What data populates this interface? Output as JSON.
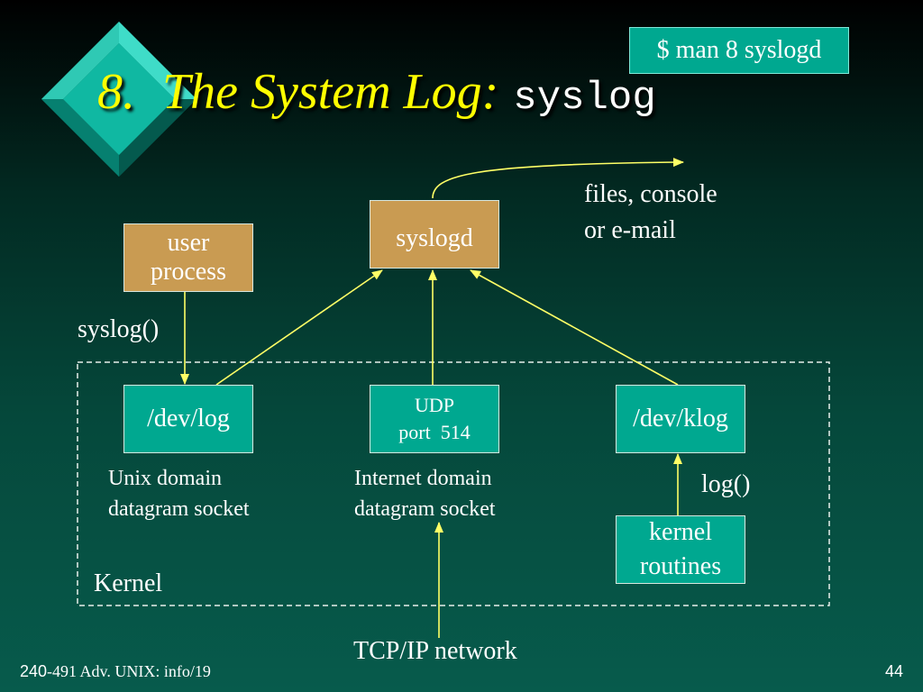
{
  "title": {
    "number": "8.",
    "text": "The System Log:",
    "code": "syslog"
  },
  "man_badge": "$ man 8 syslogd",
  "boxes": {
    "user_process": [
      "user",
      "process"
    ],
    "syslogd": "syslogd",
    "dev_log": "/dev/log",
    "udp_port": [
      "UDP",
      "port  514"
    ],
    "dev_klog": "/dev/klog",
    "kernel_routines": [
      "kernel",
      "routines"
    ]
  },
  "labels": {
    "destinations": [
      "files, console",
      "or e-mail"
    ],
    "syslog_call": "syslog()",
    "unix_socket": [
      "Unix domain",
      "datagram socket"
    ],
    "internet_socket": [
      "Internet domain",
      "datagram socket"
    ],
    "log_call": "log()",
    "kernel": "Kernel",
    "network": "TCP/IP network"
  },
  "footer": {
    "course_prefix": "240",
    "course_rest": "-491 Adv. UNIX: info/19",
    "page": "44"
  },
  "colors": {
    "title": "#ffff00",
    "arrow": "#ffff66",
    "teal_box": "#00a890",
    "tan_box": "#c99b52"
  }
}
